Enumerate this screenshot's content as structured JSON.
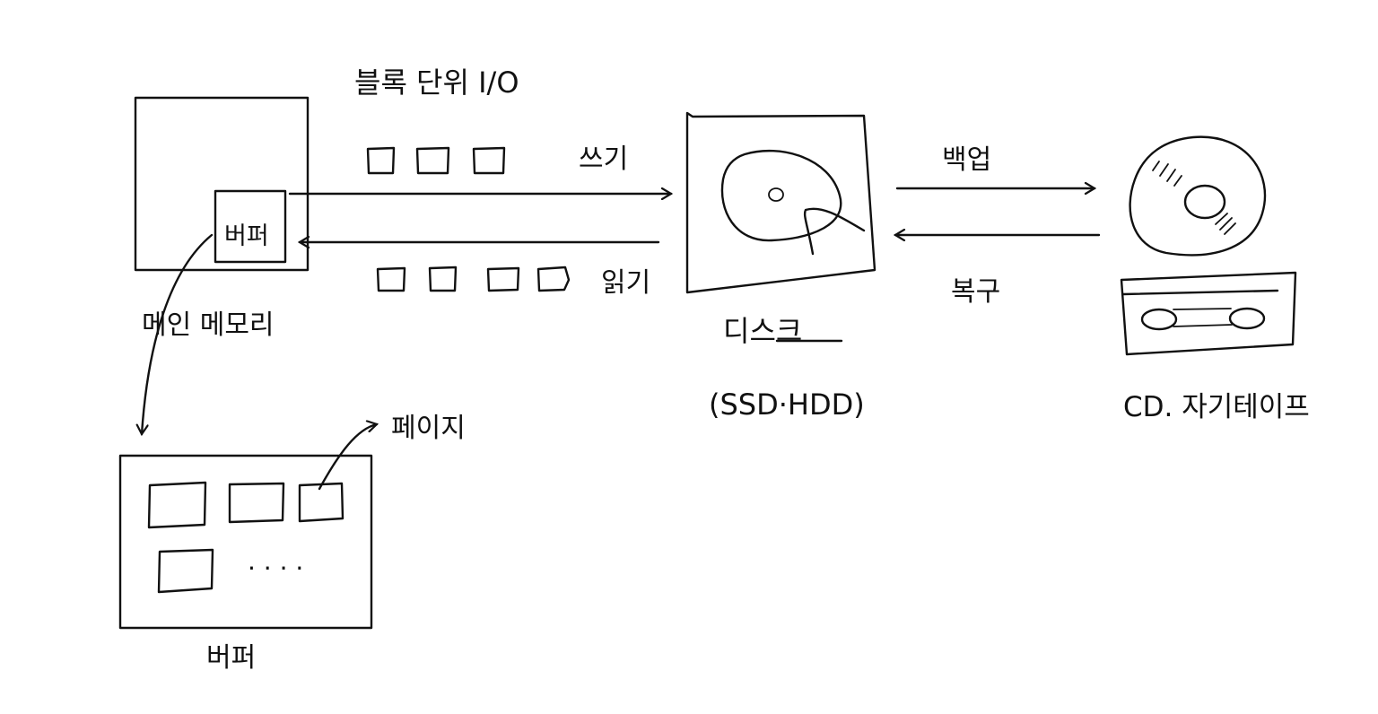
{
  "labels": {
    "block_io": "블록 단위 I/O",
    "write": "쓰기",
    "read": "읽기",
    "buffer_small": "버퍼",
    "main_memory": "메인 메모리",
    "page": "페이지",
    "buffer_large": "버퍼",
    "disk": "디스크",
    "disk_types": "(SSD·HDD)",
    "backup": "백업",
    "restore": "복구",
    "cd_tape": "CD. 자기테이프"
  },
  "colors": {
    "ink": "#111111",
    "background": "#ffffff"
  }
}
